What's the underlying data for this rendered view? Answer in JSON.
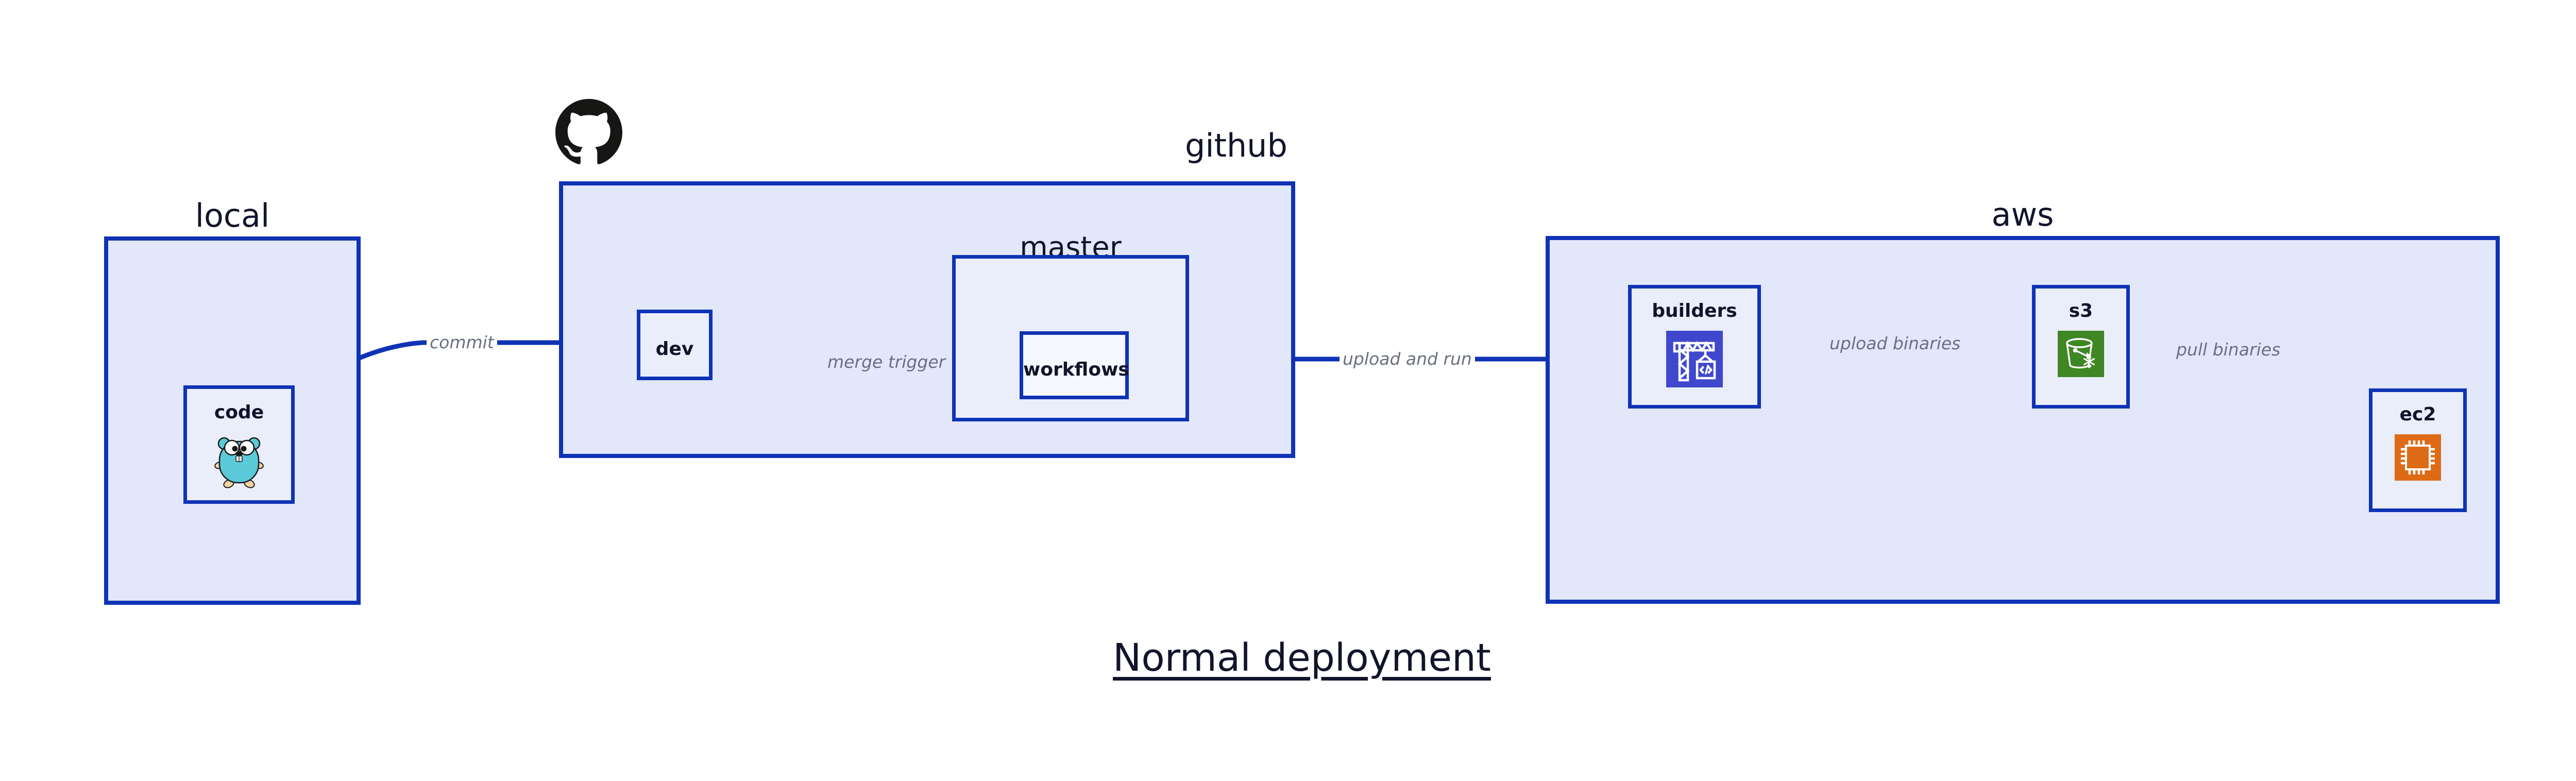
{
  "diagram": {
    "title": "Normal deployment",
    "groups": [
      {
        "id": "local",
        "label": "local"
      },
      {
        "id": "github",
        "label": "github"
      },
      {
        "id": "aws",
        "label": "aws"
      }
    ],
    "subgroups": [
      {
        "id": "master",
        "label": "master",
        "parent": "github"
      }
    ],
    "nodes": [
      {
        "id": "code",
        "label": "code",
        "icon": "go-gopher-icon",
        "parent": "local"
      },
      {
        "id": "dev",
        "label": "dev",
        "icon": "none",
        "parent": "github"
      },
      {
        "id": "workflows",
        "label": "workflows",
        "icon": "none",
        "parent": "master"
      },
      {
        "id": "builders",
        "label": "builders",
        "icon": "aws-codebuild-icon",
        "parent": "aws"
      },
      {
        "id": "s3",
        "label": "s3",
        "icon": "aws-s3-glacier-icon",
        "parent": "aws"
      },
      {
        "id": "ec2",
        "label": "ec2",
        "icon": "aws-ec2-chip-icon",
        "parent": "aws"
      }
    ],
    "edges": [
      {
        "from": "code",
        "to": "dev",
        "label": "commit"
      },
      {
        "from": "dev",
        "to": "workflows",
        "label": "merge trigger"
      },
      {
        "from": "workflows",
        "to": "builders",
        "label": "upload and run"
      },
      {
        "from": "builders",
        "to": "s3",
        "label": "upload binaries"
      },
      {
        "from": "s3",
        "to": "ec2",
        "label": "pull binaries"
      }
    ],
    "colors": {
      "group_fill": "#e2e7fa",
      "node_fill": "#eaeefb",
      "stroke": "#0f33b5",
      "text": "#12142b",
      "edge_label": "#6a7080",
      "codebuild_icon": "#3f48cc",
      "s3_icon": "#3f8624",
      "ec2_icon": "#dd6b15",
      "gopher": "#5bc9d8",
      "octocat": "#161614"
    }
  }
}
